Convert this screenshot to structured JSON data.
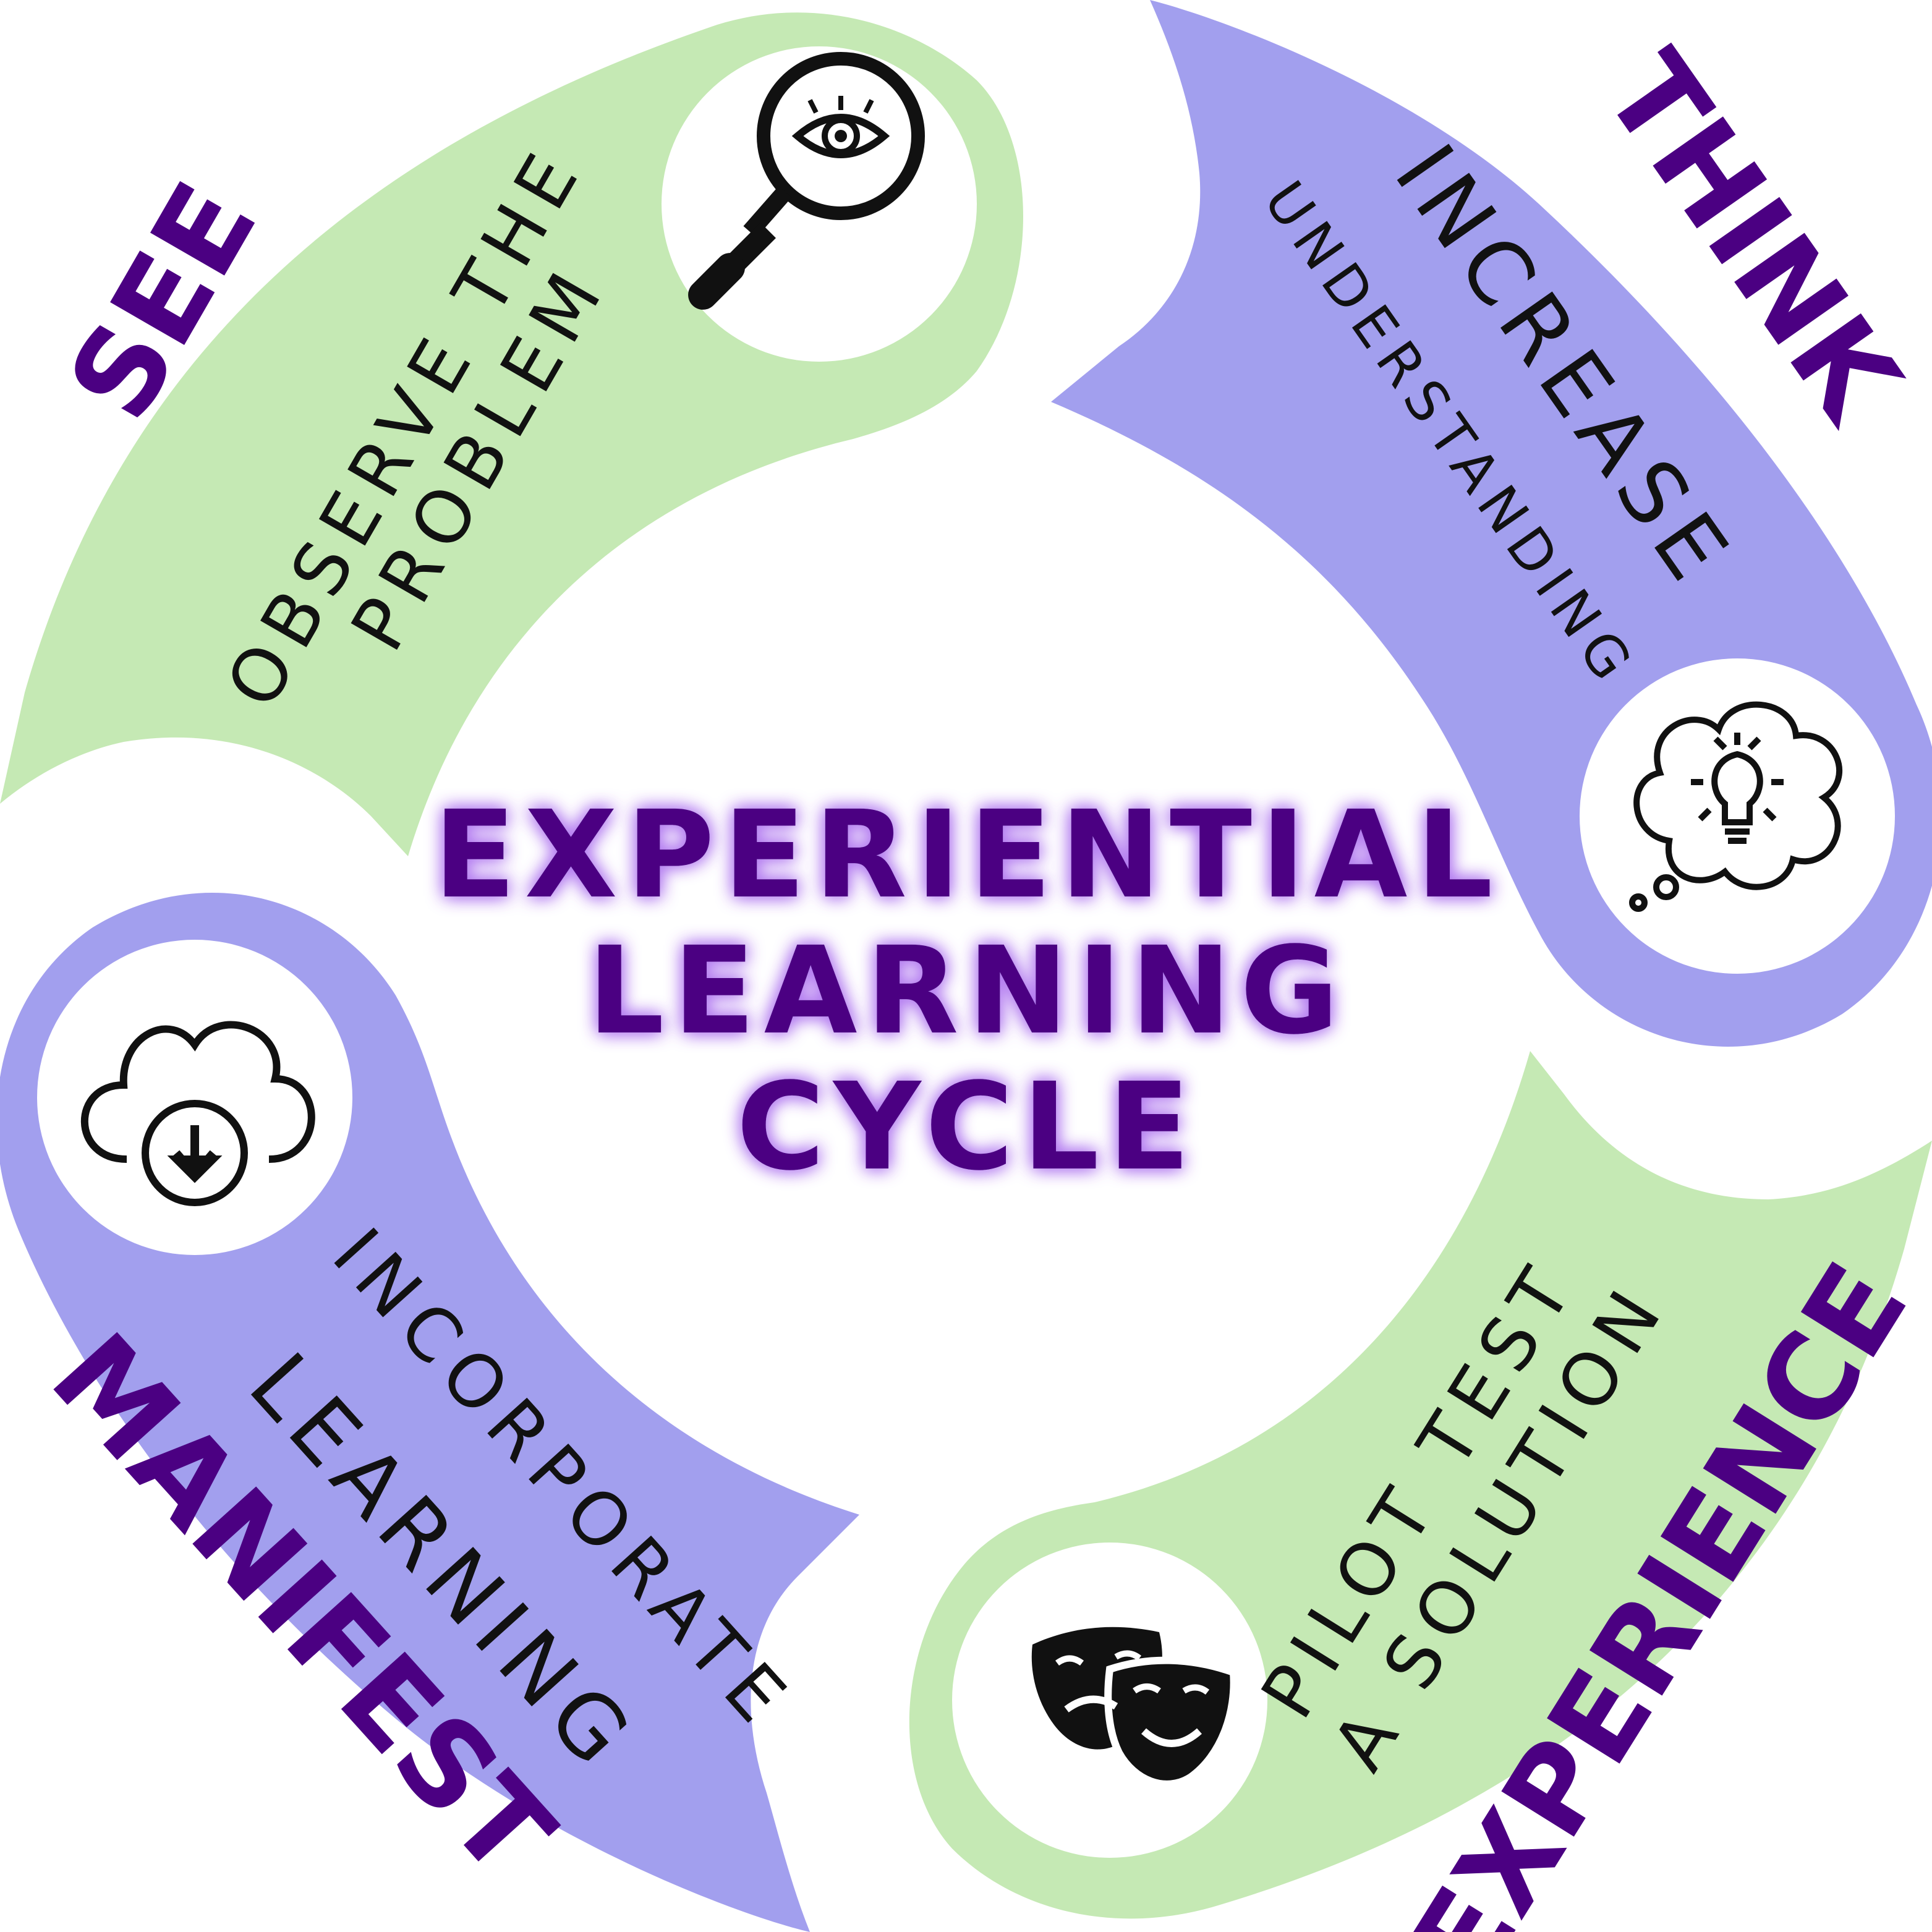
{
  "title": {
    "line1": "EXPERIENTIAL",
    "line2": "LEARNING",
    "line3": "CYCLE"
  },
  "colors": {
    "green": "#c5e9b4",
    "lavender": "#a29fee",
    "purple": "#4b0082",
    "ink": "#111111",
    "glow": "#b37cf0"
  },
  "phases": [
    {
      "id": "see",
      "label": "SEE",
      "line1": "OBSERVE THE",
      "line2": "PROBLEM",
      "icon": "magnifier-eye-icon",
      "color": "green"
    },
    {
      "id": "think",
      "label": "THINK",
      "line1": "INCREASE",
      "line2": "UNDERSTANDING",
      "icon": "lightbulb-thought-icon",
      "color": "lavender"
    },
    {
      "id": "experience",
      "label": "EXPERIENCE",
      "line1": "PILOT TEST",
      "line2": "A SOLUTION",
      "icon": "theater-masks-icon",
      "color": "green"
    },
    {
      "id": "manifest",
      "label": "MANIFEST",
      "line1": "INCORPORATE",
      "line2": "LEARNING",
      "icon": "cloud-download-icon",
      "color": "lavender"
    }
  ]
}
